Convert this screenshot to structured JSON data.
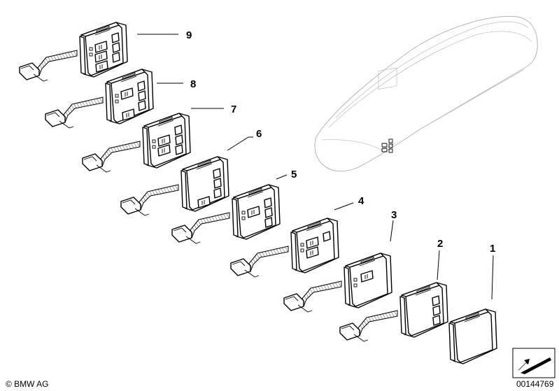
{
  "diagram": {
    "callouts": [
      {
        "id": "9",
        "label": "9"
      },
      {
        "id": "8",
        "label": "8"
      },
      {
        "id": "7",
        "label": "7"
      },
      {
        "id": "6",
        "label": "6"
      },
      {
        "id": "5",
        "label": "5"
      },
      {
        "id": "4",
        "label": "4"
      },
      {
        "id": "3",
        "label": "3"
      },
      {
        "id": "2",
        "label": "2"
      },
      {
        "id": "1",
        "label": "1"
      }
    ],
    "copyright": "© BMW AG",
    "image_number": "00144769"
  }
}
